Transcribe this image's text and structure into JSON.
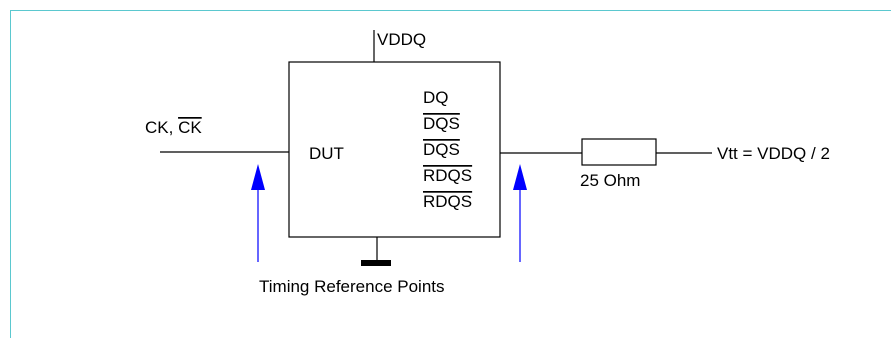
{
  "supply_label": "VDDQ",
  "clock_label": "CK, ",
  "clock_bar_label": "CK",
  "dut_label": "DUT",
  "pins": [
    {
      "text": "DQ",
      "overline": false
    },
    {
      "text": "DQS",
      "overline": true
    },
    {
      "text": "DQS",
      "overline": true
    },
    {
      "text": "RDQS",
      "overline": true
    },
    {
      "text": "RDQS",
      "overline": true
    }
  ],
  "resistor_label": "25 Ohm",
  "termination_label": "Vtt = VDDQ / 2",
  "timing_label": "Timing Reference Points",
  "colors": {
    "frame": "#5bc8cf",
    "line": "#000000",
    "arrow": "#0000ff"
  }
}
